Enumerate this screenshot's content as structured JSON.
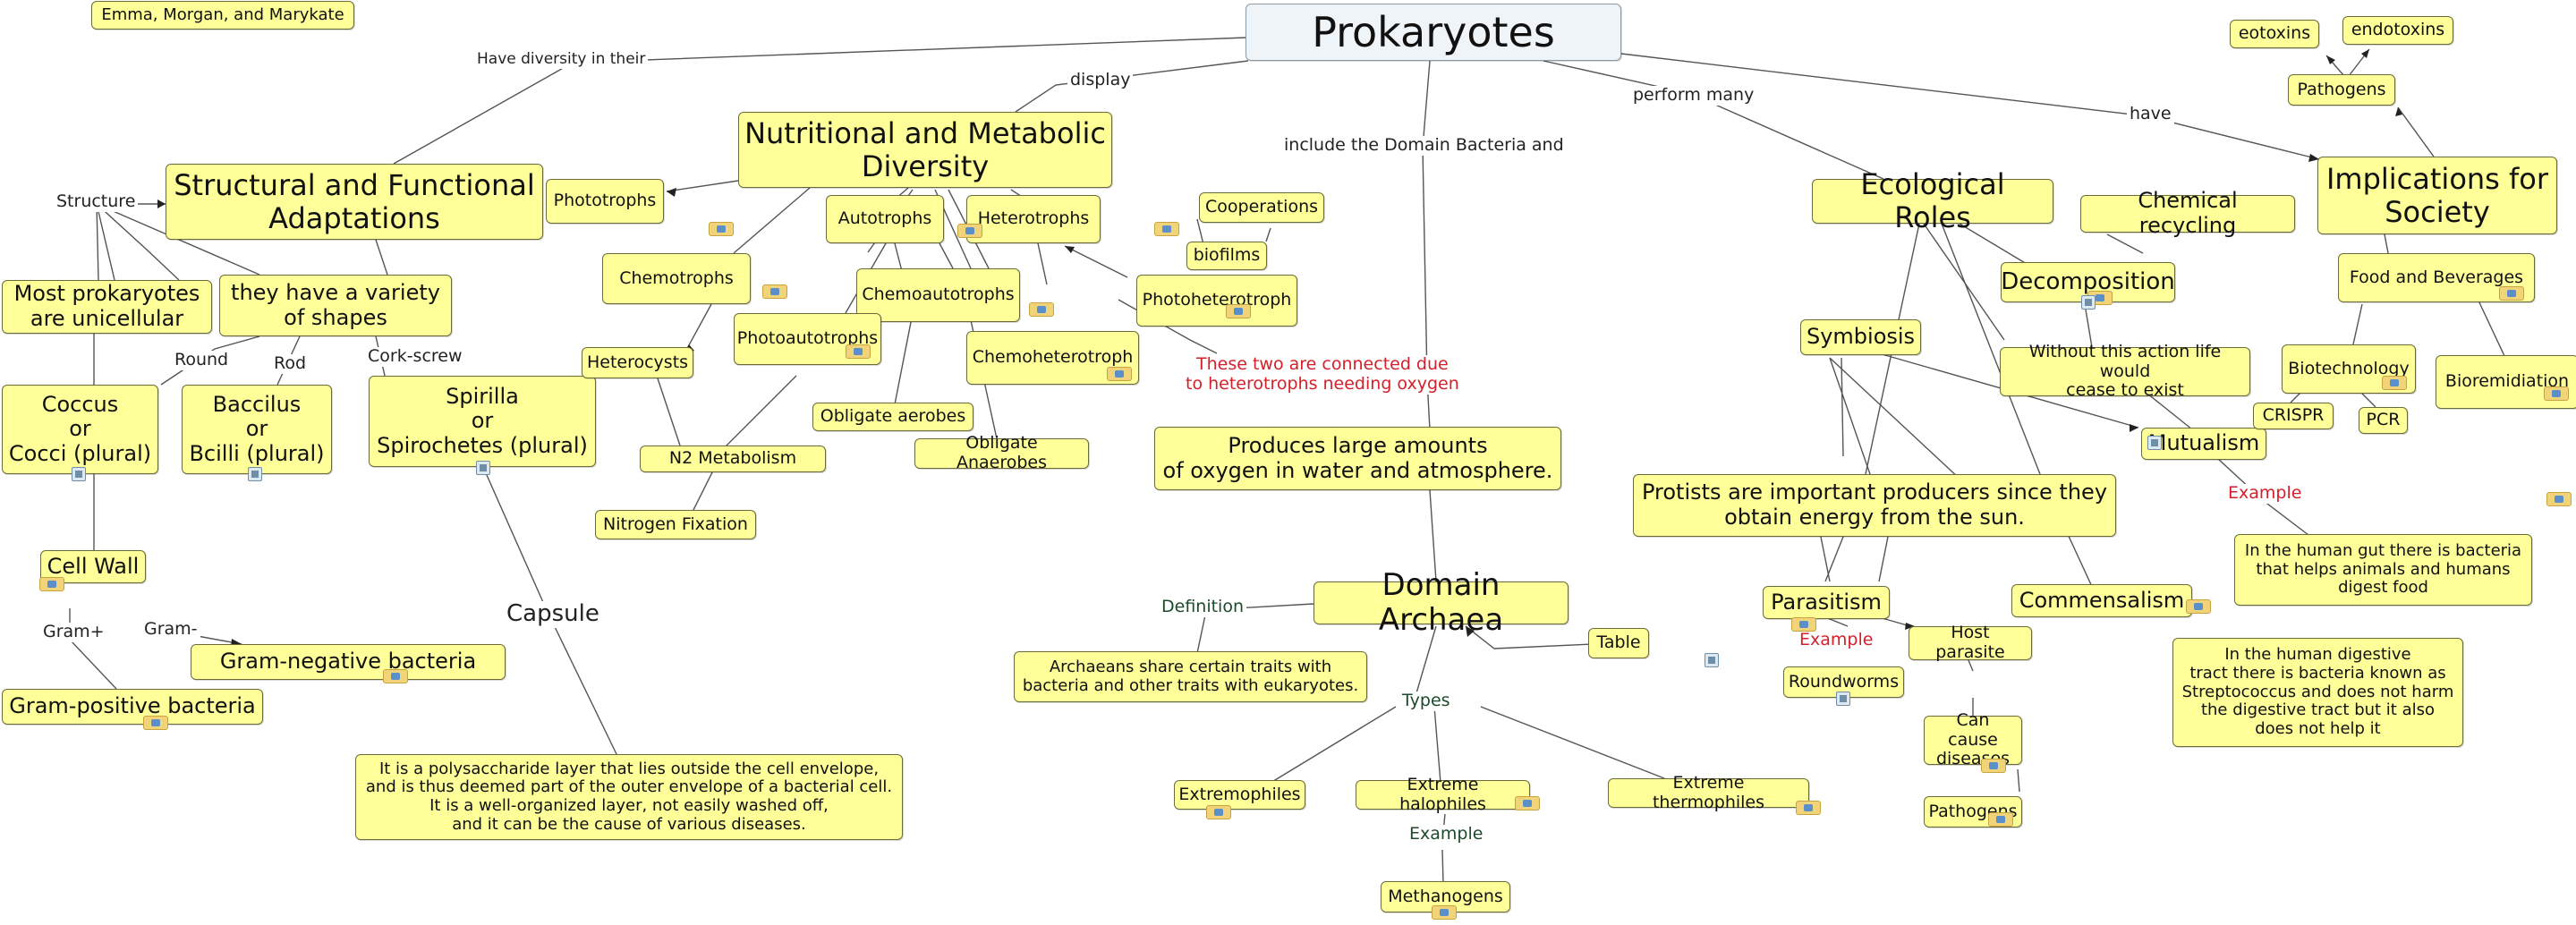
{
  "authors": "Emma, Morgan, and Marykate",
  "root": "Prokaryotes",
  "nodes": {
    "structural": "Structural and Functional\nAdaptations",
    "nutritional": "Nutritional and Metabolic\nDiversity",
    "ecological": "Ecological Roles",
    "implications": "Implications for\nSociety",
    "unicellular": "Most prokaryotes\nare unicellular",
    "shapes": "they have a variety\nof shapes",
    "coccus": "Coccus\nor\nCocci (plural)",
    "baccilus": "Baccilus\nor\nBcilli (plural)",
    "spirilla": "Spirilla\nor\nSpirochetes (plural)",
    "cellwall": "Cell Wall",
    "gramneg": "Gram-negative bacteria",
    "grampos": "Gram-positive bacteria",
    "capsule_def": "It is a polysaccharide layer that lies outside the cell envelope,\nand is thus deemed part of the outer envelope of a bacterial cell.\nIt is a well-organized layer, not easily washed off,\nand it can be the cause of various diseases.",
    "phototrophs": "Phototrophs",
    "chemotrophs": "Chemotrophs",
    "heterocysts": "Heterocysts",
    "n2": "N2 Metabolism",
    "nfix": "Nitrogen Fixation",
    "autotrophs": "Autotrophs",
    "heterotrophs": "Heterotrophs",
    "chemoauto": "Chemoautotrophs",
    "photoauto": "Photoautotrophs",
    "photohetero": "Photoheterotroph",
    "chemohetero": "Chemoheterotroph",
    "oblaer": "Obligate aerobes",
    "oblanaer": "Obligate Anaerobes",
    "cooperations": "Cooperations",
    "biofilms": "biofilms",
    "oxygen": "Produces large amounts\nof oxygen in water and atmosphere.",
    "archaea": "Domain Archaea",
    "table": "Table",
    "archaea_def": "Archaeans share certain traits with\nbacteria and other traits with eukaryotes.",
    "extremophiles": "Extremophiles",
    "halophiles": "Extreme halophiles",
    "thermophiles": "Extreme thermophiles",
    "methanogens": "Methanogens",
    "chemrecycle": "Chemical recycling",
    "decomposition": "Decomposition",
    "withoutaction": "Without this action life would\ncease to exist",
    "symbiosis": "Symbiosis",
    "mutualism": "Mutualism",
    "protists": "Protists are important producers since they\nobtain energy from the sun.",
    "parasitism": "Parasitism",
    "commensalism": "Commensalism",
    "hostparasite": "Host parasite",
    "roundworms": "Roundworms",
    "causedisease": "Can cause\ndiseases",
    "pathogens2": "Pathogens",
    "gut": "In the human gut there is bacteria\nthat helps animals and humans\ndigest food",
    "strep": "In the human digestive\ntract there is bacteria known as\nStreptococcus and does not harm\nthe digestive tract but it also\ndoes not help it",
    "pathogens": "Pathogens",
    "exotoxins": "eotoxins",
    "endotoxins": "endotoxins",
    "food": "Food and Beverages",
    "biotech": "Biotechnology",
    "crispr": "CRISPR",
    "pcr": "PCR",
    "bioremed": "Bioremidiation"
  },
  "labels": {
    "diversity": "Have diversity in their",
    "display": "display",
    "include": "include the Domain Bacteria and",
    "perform": "perform many",
    "have": "have",
    "structure": "Structure",
    "round": "Round",
    "rod": "Rod",
    "corkscrew": "Cork-screw",
    "gramplus": "Gram+",
    "gramminus": "Gram-",
    "capsule": "Capsule",
    "connected": "These two are connected due\nto heterotrophs needing oxygen",
    "definition": "Definition",
    "types": "Types",
    "example1": "Example",
    "example2": "Example",
    "example3": "Example"
  },
  "colors": {
    "node_fill": "#ffff99",
    "root_fill": "#eef4f8",
    "line": "#555555",
    "red_label": "#d4202a",
    "green_label": "#1d4a2a"
  }
}
